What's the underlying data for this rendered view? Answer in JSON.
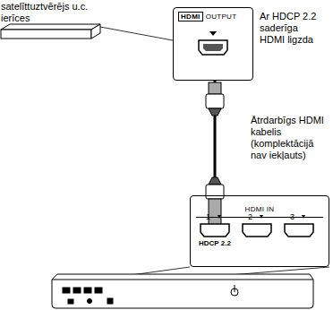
{
  "diagram": {
    "nodes": [
      {
        "text": [
          "satelīttuztvērējs u.c. ierīces"
        ]
      },
      {
        "text": [
          "HDMI",
          "OUTPUT"
        ]
      },
      {
        "text": [
          "HDMI IN"
        ]
      }
    ],
    "edges": [
      {
        "from": 1,
        "to": 2,
        "arrow": "none"
      }
    ],
    "labels": [
      "Ar HDCP 2.2 saderīga HDMI ligzda",
      "Ātrdarbīgs HDMI kabelis (komplektācijā nav iekļauts)",
      "1",
      "2",
      "3",
      "HDCP 2.2"
    ]
  }
}
